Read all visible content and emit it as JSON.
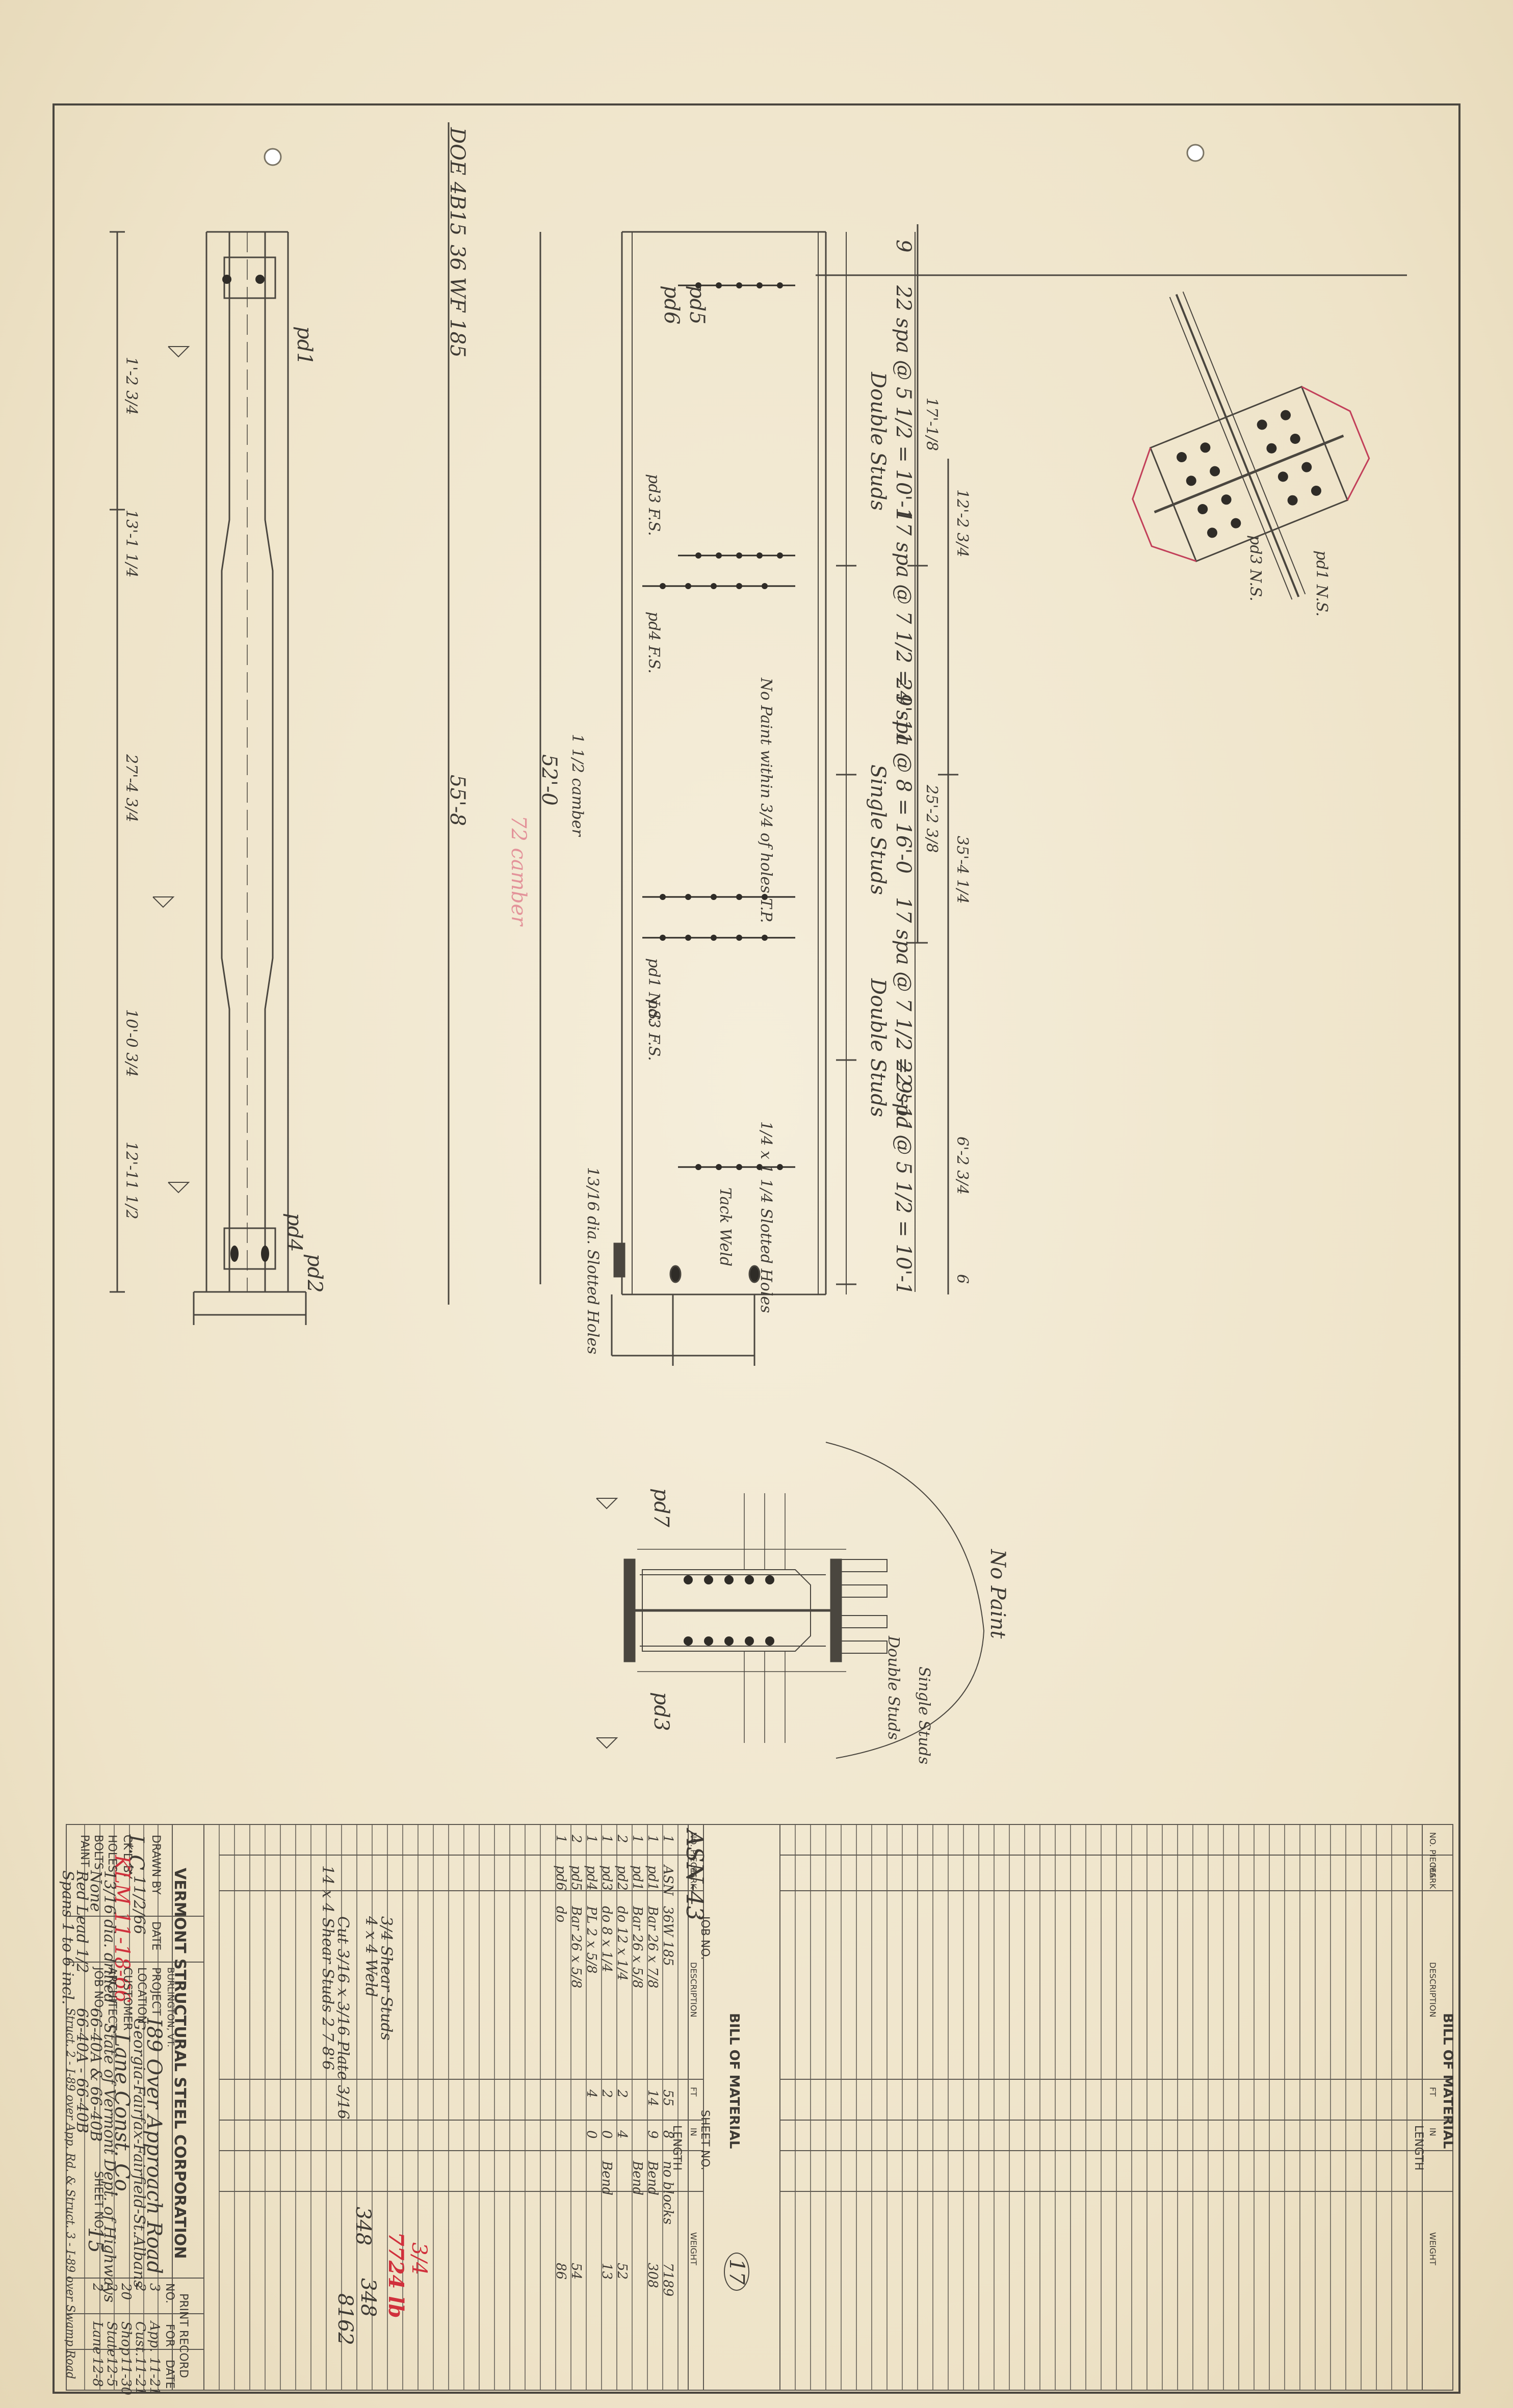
{
  "company": {
    "name": "VERMONT STRUCTURAL STEEL CORPORATION",
    "city": "BURLINGTON, VT."
  },
  "title_block": {
    "date_label": "DATE",
    "drawn_by_label": "DRAWN BY",
    "drawn_by": "L.C.",
    "drawn_date": "11/2/66",
    "checked_by_label": "CK'D BY",
    "checked_by": "KLM 11-18-66",
    "project_label": "PROJECT",
    "project": "I89 Over Approach Road",
    "location_label": "LOCATION",
    "location": "Georgia-Fairfax-Fairfield-St.Albans",
    "customer_label": "CUSTOMER",
    "customer": "Lane Const. Co.",
    "architect_label": "ARCHITECT",
    "architect": "State of Vermont Dept. of Highways",
    "job_no_label": "JOB NO.",
    "job_no": "66-40A & 66-40B",
    "sheet_no_label": "SHEET NO.",
    "sheet_no": "15",
    "notes": [
      {
        "label": "HOLES",
        "value": "13/16 dia. drilled"
      },
      {
        "label": "BOLTS",
        "value": "None"
      },
      {
        "label": "PAINT",
        "value": "Red Lead 1/2"
      },
      {
        "label": "",
        "value": "Spans 1 to 6 incl."
      }
    ],
    "job_numbers": "66-40A - 66-40B",
    "structures": "Struct. 2 - I-89 over App. Rd. & Struct. 3 - I-89 over Swamp Road",
    "print_record_label": "PRINT RECORD",
    "print_headers": [
      "NO.",
      "FOR",
      "DATE"
    ],
    "print_rows": [
      [
        "3",
        "App.",
        "11-21"
      ],
      [
        "2",
        "Cust.",
        "11-21"
      ],
      [
        "20",
        "Shop",
        "11-30"
      ],
      [
        "2",
        "State",
        "12-5"
      ],
      [
        "2",
        "Lane",
        "12-8"
      ]
    ]
  },
  "bom_left": {
    "title": "BILL OF MATERIAL",
    "job_no_label": "JOB NO.",
    "sheet_no_label": "SHEET NO.",
    "sheet_circle": "17",
    "mark_header": "ASN-43",
    "headers": [
      "NO. PIECES",
      "MARK",
      "DESCRIPTION",
      "FT",
      "IN",
      "WEIGHT"
    ],
    "length_header": "LENGTH",
    "rows": [
      {
        "qty": "1",
        "mark": "ASN",
        "desc": "36W 185",
        "ft": "55",
        "in": "8",
        "note": "no blocks",
        "weight": "7189"
      },
      {
        "qty": "1",
        "mark": "pd1",
        "desc": "Bar 26 x 7/8",
        "ft": "14",
        "in": "9",
        "note": "Bend",
        "weight": "308"
      },
      {
        "qty": "1",
        "mark": "pd1",
        "desc": "Bar 26 x 5/8",
        "ft": "",
        "in": "",
        "note": "Bend",
        "weight": ""
      },
      {
        "qty": "2",
        "mark": "pd2",
        "desc": "do 12 x 1/4",
        "ft": "2",
        "in": "4",
        "note": "",
        "weight": "52"
      },
      {
        "qty": "1",
        "mark": "pd3",
        "desc": "do 8 x 1/4",
        "ft": "2",
        "in": "0",
        "note": "Bend",
        "weight": "13"
      },
      {
        "qty": "1",
        "mark": "pd4",
        "desc": "PL 2 x 5/8",
        "ft": "4",
        "in": "0",
        "note": "",
        "weight": ""
      },
      {
        "qty": "2",
        "mark": "pd5",
        "desc": "Bar 26 x 5/8",
        "ft": "",
        "in": "",
        "note": "",
        "weight": "54"
      },
      {
        "qty": "1",
        "mark": "pd6",
        "desc": "do",
        "ft": "",
        "in": "",
        "note": "",
        "weight": "86"
      }
    ],
    "extra_lines": [
      "3/4 Shear Studs",
      "4 x 4 Weld",
      "Cut 3/16 x 3/16 Plate 3/16",
      "14 x 4 Shear Studs  2 7  8'6"
    ],
    "totals": [
      "3/4",
      "348",
      "7724 lb",
      "348",
      "8162"
    ]
  },
  "bom_right": {
    "title": "BILL OF MATERIAL",
    "headers": [
      "NO. PIECES",
      "MARK",
      "DESCRIPTION",
      "FT",
      "IN",
      "WEIGHT"
    ],
    "length_header": "LENGTH"
  },
  "drawing": {
    "beam_mark_top": "DOE 4B15",
    "beam_section": "36 WF 185",
    "overall_length": "55'-8",
    "length_inner": "52'-0",
    "span_red": "72 camber",
    "camber": "1 1/2 camber",
    "stud_zones": [
      {
        "label": "9",
        "spacing": "22 spa @ 5 1/2 = 10'-1",
        "type": "Double Studs"
      },
      {
        "label": "17 spa @ 7 1/2 = 9'-11",
        "spacing": "",
        "type": ""
      },
      {
        "label": "24 spa @ 8 = 16'-0",
        "spacing": "",
        "type": "Single Studs"
      },
      {
        "label": "17 spa @ 7 1/2 = 9'-11",
        "spacing": "",
        "type": "Double Studs"
      },
      {
        "label": "22 spa @ 5 1/2 = 10'-1",
        "spacing": "",
        "type": ""
      }
    ],
    "dims_top": [
      "17'-1/8",
      "12'-2 3/4",
      "25'-2 3/8",
      "35'-4 1/4",
      "6'-2 3/4",
      "6"
    ],
    "dims_flange": [
      "1'-2 3/4",
      "27'-4 3/4",
      "13'-1 1/4",
      "10'-0 3/4",
      "12'-11 1/2"
    ],
    "marks": [
      "pd1",
      "pd2",
      "pd3",
      "pd4",
      "pd5",
      "pd6",
      "pd7",
      "pd3 F.S.",
      "pd4 F.S.",
      "pd1 N.S.",
      "pd3 F.S.",
      "pd3 N.S.",
      "pd1 N.S."
    ],
    "notes": [
      "No Paint within 3/4 of holes T.P.",
      "13/16 dia. Slotted Holes",
      "1/4 x 1 1/4 Slotted Holes",
      "Tack Weld",
      "No Paint",
      "Single Studs",
      "Double Studs"
    ]
  },
  "colors": {
    "paper": "#efe6cf",
    "ink": "#3e3a34",
    "grid": "#5d5850",
    "red": "#d0303c"
  }
}
